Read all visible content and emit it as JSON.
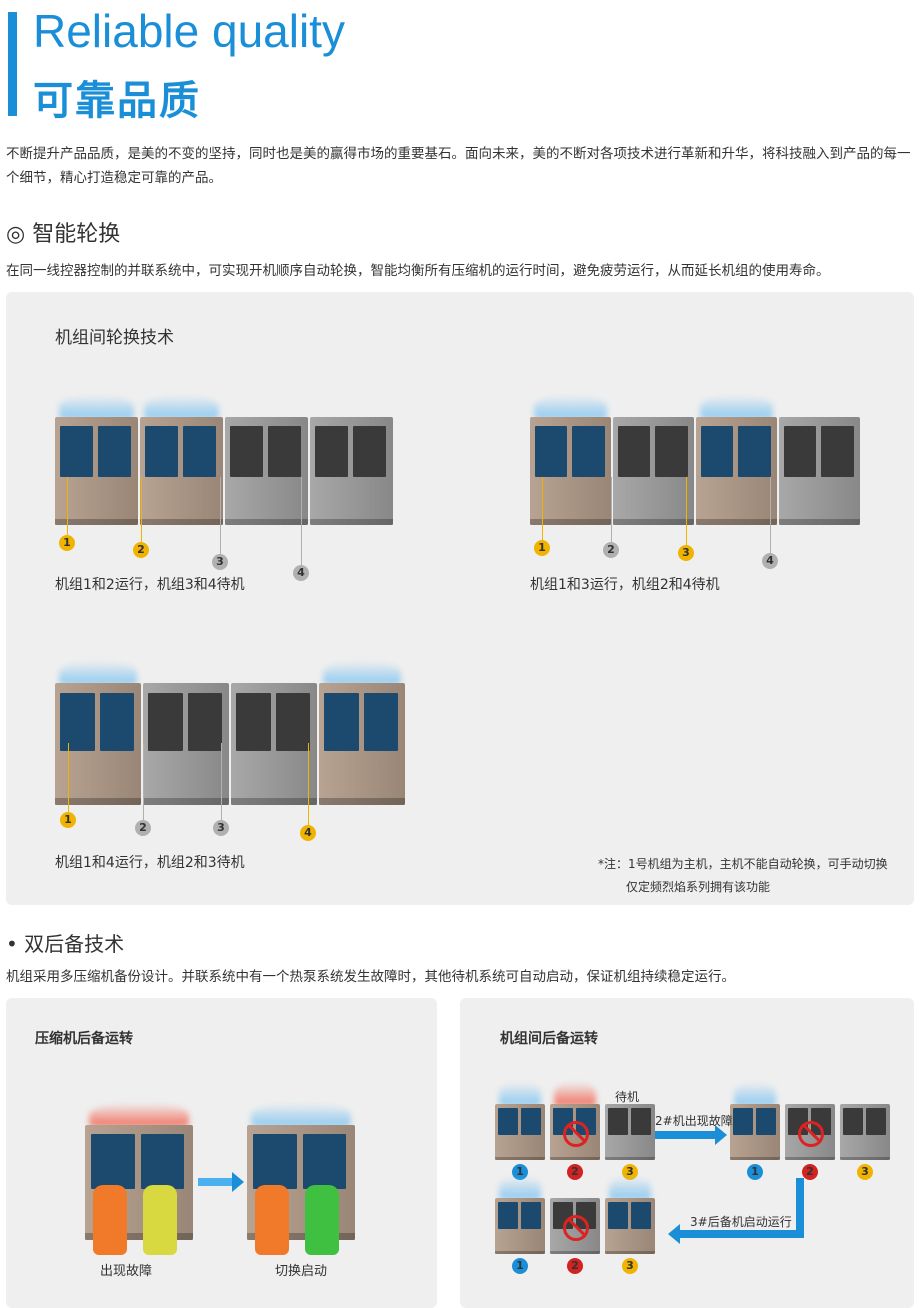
{
  "header": {
    "title_en": "Reliable quality",
    "title_cn": "可靠品质"
  },
  "intro": "不断提升产品品质，是美的不变的坚持，同时也是美的赢得市场的重要基石。面向未来，美的不断对各项技术进行革新和升华，将科技融入到产品的每一个细节，精心打造稳定可靠的产品。",
  "section1": {
    "heading": "◎ 智能轮换",
    "desc": "在同一线控器控制的并联系统中，可实现开机顺序自动轮换，智能均衡所有压缩机的运行时间，避免疲劳运行，从而延长机组的使用寿命。",
    "panel_title": "机组间轮换技术",
    "groups": [
      {
        "caption": "机组1和2运行，机组3和4待机",
        "running": [
          1,
          2
        ]
      },
      {
        "caption": "机组1和3运行，机组2和4待机",
        "running": [
          1,
          3
        ]
      },
      {
        "caption": "机组1和4运行，机组2和3待机",
        "running": [
          1,
          4
        ]
      }
    ],
    "unit_labels": [
      "1",
      "2",
      "3",
      "4"
    ],
    "note_line1": "*注：1号机组为主机，主机不能自动轮换，可手动切换",
    "note_line2": "仅定频烈焰系列拥有该功能"
  },
  "section2": {
    "heading": "• 双后备技术",
    "desc": "机组采用多压缩机备份设计。并联系统中有一个热泵系统发生故障时，其他待机系统可自动启动，保证机组持续稳定运行。",
    "left_panel": {
      "title": "压缩机后备运转",
      "caption_fault": "出现故障",
      "caption_switch": "切换启动"
    },
    "right_panel": {
      "title": "机组间后备运转",
      "standby_label": "待机",
      "step1": "2#机出现故障",
      "step2": "3#后备机启动运行",
      "labels": [
        "1",
        "2",
        "3"
      ]
    }
  },
  "colors": {
    "brand": "#1a8fd8",
    "running": "#f0b400",
    "standby": "#b0b0b0",
    "fault": "#d22222"
  }
}
